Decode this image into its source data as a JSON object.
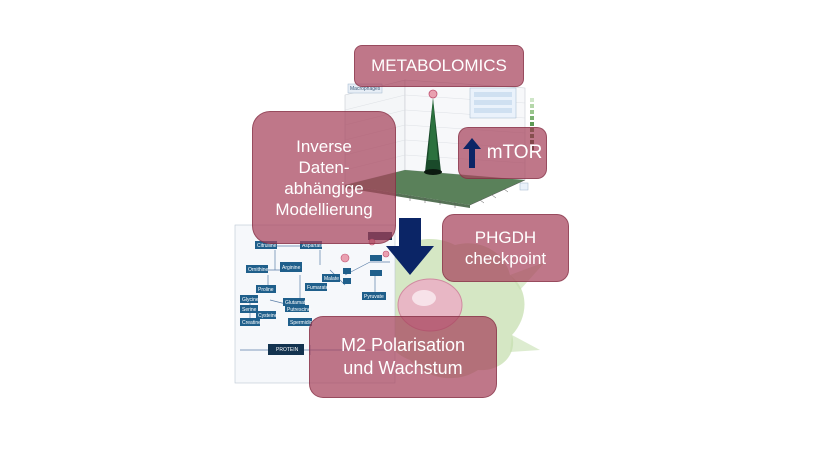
{
  "labels": {
    "metabolomics": "METABOLOMICS",
    "inverse_modeling": "Inverse\nDaten-\nabhängige\nModellierung",
    "mtor": "mTOR",
    "phgdh": "PHGDH\ncheckpoint",
    "m2": "M2 Polarisation\nund Wachstum"
  },
  "plot": {
    "panel_title": "Macrophages"
  },
  "pathway": {
    "nodes": [
      "Citrulline",
      "Aspartate",
      "Ornithine",
      "Arginine",
      "Fumarate",
      "Malate",
      "Proline",
      "Glutamate",
      "Glycine",
      "Serine",
      "Cysteine",
      "Creatine",
      "Spermidine",
      "Putrescine",
      "Pyruvate",
      "PROTEIN"
    ]
  },
  "colors": {
    "box_fill": "#a6425c",
    "arrow": "#0b2566",
    "peak": "#1a4a2a",
    "surface": "#3d6b3d",
    "node": "#1f5f8b",
    "cell": "#9cc47a"
  },
  "icons": {
    "arrow_down": "down-arrow-icon",
    "arrow_up": "up-arrow-icon"
  }
}
